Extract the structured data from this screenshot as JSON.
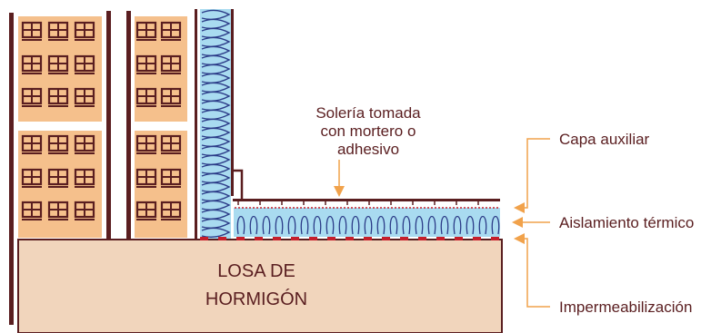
{
  "diagram": {
    "slab_label_line1": "LOSA DE",
    "slab_label_line2": "HORMIGÓN",
    "callout_tiles_line1": "Solería tomada",
    "callout_tiles_line2": "con mortero o",
    "callout_tiles_line3": "adhesivo",
    "label_aux_layer": "Capa auxiliar",
    "label_insulation": "Aislamiento térmico",
    "label_waterproofing": "Impermeabilización"
  },
  "colors": {
    "building": "#f5c08c",
    "window_frame": "#5a1e20",
    "slab": "#f1d5bc",
    "slab_border": "#5a1e20",
    "insulation": "#a9dbf0",
    "coil": "#2c3c88",
    "membrane": "#c51f2b",
    "leader_line": "#f1a24b",
    "text": "#5a1e20"
  },
  "icons": {
    "window": "window-icon",
    "arrow": "arrowhead-icon"
  }
}
